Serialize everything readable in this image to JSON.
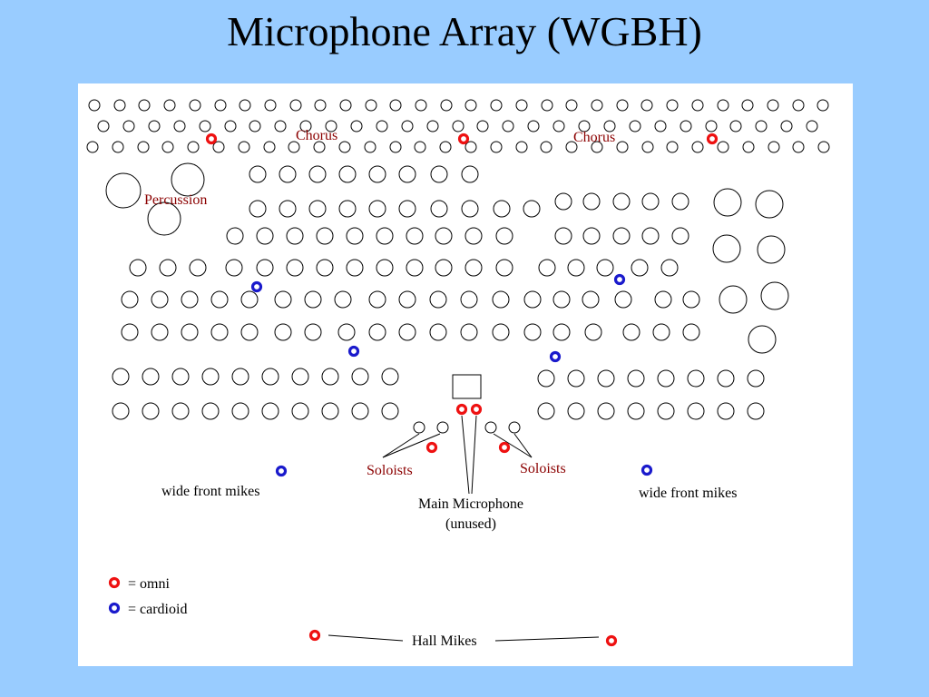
{
  "title": "Microphone Array (WGBH)",
  "labels": {
    "chorus_left": "Chorus",
    "chorus_right": "Chorus",
    "percussion": "Percussion",
    "soloists_left": "Soloists",
    "soloists_right": "Soloists",
    "wide_front_left": "wide front mikes",
    "wide_front_right": "wide front mikes",
    "main_mic_line1": "Main Microphone",
    "main_mic_line2": "(unused)",
    "hall_mikes": "Hall Mikes"
  },
  "legend": {
    "omni": "= omni",
    "cardioid": "= cardioid"
  },
  "colors": {
    "background": "#99ccff",
    "omni": "#ee1111",
    "cardioid": "#1a1acc",
    "section_label": "#8b0000"
  }
}
